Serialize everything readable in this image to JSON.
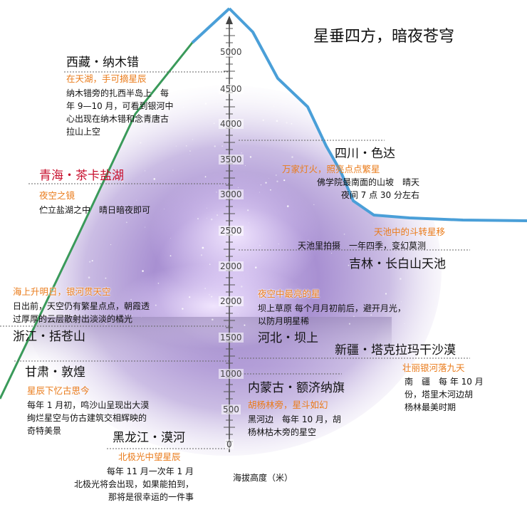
{
  "title": "星垂四方，暗夜苍穹",
  "axis": {
    "label": "海拔高度（米）",
    "ticks": [
      "5000",
      "4500",
      "4000",
      "3500",
      "3000",
      "2500",
      "2000",
      "2000",
      "1500",
      "1000",
      "500",
      "0"
    ]
  },
  "spots": {
    "tibet": {
      "place": "西藏・纳木错",
      "tagline": "在天湖，手可摘星辰",
      "desc": [
        "纳木错旁的扎西半岛上　每",
        "年 9—10 月，可看到银河中",
        "心出现在纳木错和念青唐古",
        "拉山上空"
      ]
    },
    "sichuan": {
      "place": "四川・色达",
      "tagline": "万家灯火，照亮点点繁星",
      "desc": [
        "佛学院最南面的山坡　晴天",
        "夜间 7 点 30 分左右"
      ]
    },
    "qinghai": {
      "place": "青海・茶卡盐湖",
      "tagline": "夜空之镜",
      "desc": [
        "伫立盐湖之中　晴日暗夜即可"
      ]
    },
    "jilin": {
      "place": "吉林・长白山天池",
      "tagline": "天池中的斗转星移",
      "desc": [
        "天池里拍摄　一年四季，变幻莫测"
      ]
    },
    "zhejiang": {
      "place": "浙江・括苍山",
      "tagline": "海上升明日，银河贯天空",
      "desc": [
        "日出前，天空仍有繁星点点，朝霞透",
        "过厚厚的云层散射出淡淡的橘光"
      ]
    },
    "hebei": {
      "place": "河北・坝上",
      "tagline": "夜空中最亮的星",
      "desc": [
        "坝上草原 每个月月初前后，避开月光，",
        "以防月明星稀"
      ]
    },
    "xinjiang": {
      "place": "新疆・塔克拉玛干沙漠",
      "tagline": "壮丽银河落九天",
      "desc": [
        "南　疆　每 年 10 月",
        "份，塔里木河边胡",
        "杨林最美时期"
      ]
    },
    "gansu": {
      "place": "甘肃・敦煌",
      "tagline": "星辰下忆古思今",
      "desc": [
        "每年 1 月初，鸣沙山呈现出大漠",
        "绚烂星空与仿古建筑交相辉映的",
        "奇特美景"
      ]
    },
    "neimenggu": {
      "place": "内蒙古・额济纳旗",
      "tagline": "胡杨林旁，星斗如幻",
      "desc": [
        "黑河边　每年 10 月，胡",
        "杨林枯木旁的星空"
      ]
    },
    "heilongjiang": {
      "place": "黑龙江・漠河",
      "tagline": "北极光中望星辰",
      "desc": [
        "每年 11 月一次年 1 月",
        "北极光将会出现，如果能拍到，",
        "那将是很幸运的一件事"
      ]
    }
  },
  "colors": {
    "mountain_line": "#4a9fd8",
    "ridge_line": "#3a9a5a",
    "tagline": "#ea7b1a",
    "highlight_place": "#c8102e"
  }
}
